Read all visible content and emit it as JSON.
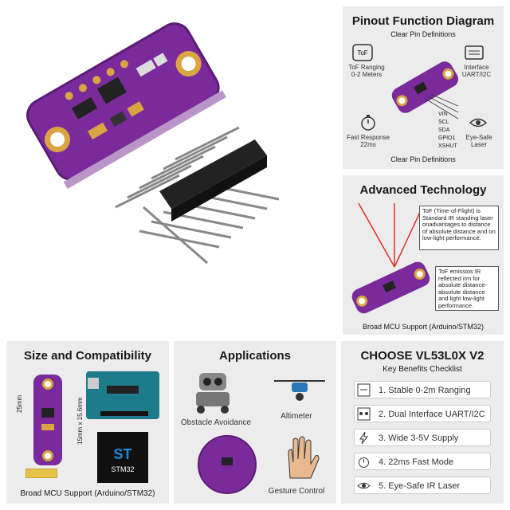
{
  "pinout": {
    "title": "Pinout Function Diagram",
    "subtitle": "Clear Pin Definitions",
    "tof_icon_text": "ToF",
    "tof_label": "ToF Ranging\n0-2 Meters",
    "interface_label": "Interface\nUART/I2C",
    "fast_label": "Fast Response\n22ms",
    "eye_label": "Eye-Safe\nLaser",
    "pins": [
      "VIN",
      "SCL",
      "SDA",
      "GPIO1",
      "XSHUT"
    ],
    "footer": "Clear Pin Definitions"
  },
  "tech": {
    "title": "Advanced Technology",
    "box1": "ToF (Time-of-Flight) is Standard IR standing laser onadvantages to distance of absolute distance and on low-light performance.",
    "box2": "ToF emissios IR reflected irm for absolute distance-absolute distance and light low-light performance.",
    "footer": "Broad MCU Support (Arduino/STM32)"
  },
  "size": {
    "title": "Size and Compatibility",
    "dim_h": "25mm",
    "dim_w": "15mm x 15.6mm",
    "stm_logo": "ST",
    "stm_label": "STM32",
    "footer": "Broad MCU Support (Arduino/STM32)"
  },
  "apps": {
    "title": "Applications",
    "obstacle": "Obstacle Avoidance",
    "altimeter": "Altimeter",
    "gesture": "Gesture Control"
  },
  "choose": {
    "title": "CHOOSE VL53L0X V2",
    "subtitle": "Key Benefits Checklist",
    "items": [
      "1. Stable 0-2m Ranging",
      "2. Dual Interface UART/I2C",
      "3. Wide 3-5V Supply",
      "4. 22ms Fast Mode",
      "5. Eye-Safe IR Laser"
    ]
  },
  "colors": {
    "pcb": "#7b2a9c",
    "pcb_dark": "#5a1c75",
    "gold": "#d9a441",
    "laser": "#e0302a",
    "arduino": "#1e7b8c"
  }
}
